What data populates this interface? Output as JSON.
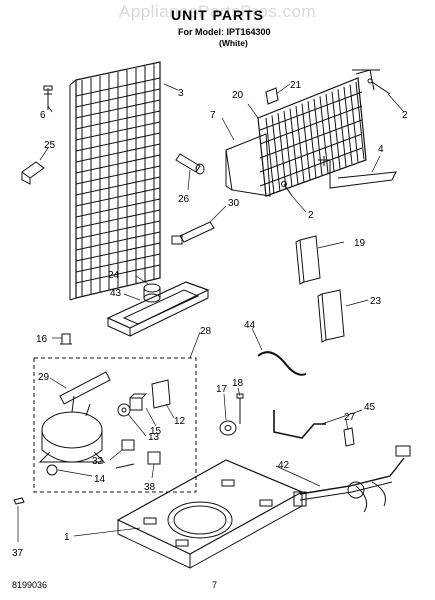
{
  "watermark": "AppliancePartsPros.com",
  "title": "UNIT PARTS",
  "model_line": "For Model: IPT164300",
  "color_line": "(White)",
  "footer": {
    "doc_number": "8199036",
    "page_number": "7"
  },
  "callouts": [
    "3",
    "6",
    "25",
    "26",
    "30",
    "24",
    "43",
    "16",
    "28",
    "29",
    "15",
    "12",
    "13",
    "32",
    "14",
    "38",
    "37",
    "1",
    "20",
    "21",
    "7",
    "2",
    "4",
    "19",
    "23",
    "44",
    "17",
    "18",
    "45",
    "27",
    "42"
  ]
}
